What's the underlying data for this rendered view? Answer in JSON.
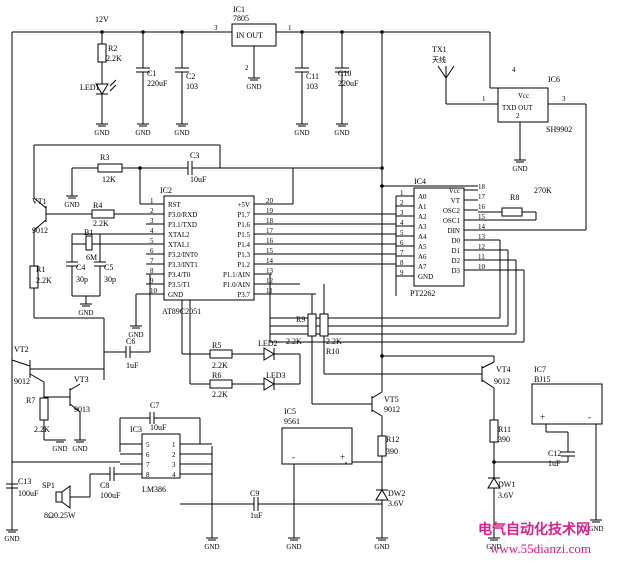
{
  "supply": {
    "label": "12V"
  },
  "ic1": {
    "ref": "IC1",
    "part": "7805",
    "in_out": "IN OUT",
    "pin_in": "3",
    "pin_out": "1",
    "pin_gnd": "2"
  },
  "ic2": {
    "ref": "IC2",
    "part": "AT89C2051",
    "left_pins": [
      {
        "n": "1",
        "name": "RST"
      },
      {
        "n": "2",
        "name": "P3.0/RXD"
      },
      {
        "n": "3",
        "name": "P3.1/TXD"
      },
      {
        "n": "4",
        "name": "XTAL2"
      },
      {
        "n": "5",
        "name": "XTAL1"
      },
      {
        "n": "6",
        "name": "P3.2/INT0"
      },
      {
        "n": "7",
        "name": "P3.3/INT1"
      },
      {
        "n": "8",
        "name": "P3.4/T0"
      },
      {
        "n": "9",
        "name": "P3.5/T1"
      },
      {
        "n": "10",
        "name": "GND"
      }
    ],
    "right_pins": [
      {
        "n": "20",
        "name": "+5V"
      },
      {
        "n": "19",
        "name": "P1.7"
      },
      {
        "n": "18",
        "name": "P1.6"
      },
      {
        "n": "17",
        "name": "P1.5"
      },
      {
        "n": "16",
        "name": "P1.4"
      },
      {
        "n": "15",
        "name": "P1.3"
      },
      {
        "n": "14",
        "name": "P1.2"
      },
      {
        "n": "13",
        "name": "P1.1/AIN"
      },
      {
        "n": "12",
        "name": "P1.0/AIN"
      },
      {
        "n": "11",
        "name": "P3.7"
      }
    ]
  },
  "ic3": {
    "ref": "IC3",
    "part": "LM386",
    "left_pins": [
      "5",
      "6",
      "7",
      "8"
    ],
    "right_pins": [
      "1",
      "2",
      "3",
      "4"
    ]
  },
  "ic4": {
    "ref": "IC4",
    "part": "PT2262",
    "left_pins": [
      {
        "n": "1",
        "name": "A0"
      },
      {
        "n": "2",
        "name": "A1"
      },
      {
        "n": "3",
        "name": "A2"
      },
      {
        "n": "4",
        "name": "A3"
      },
      {
        "n": "5",
        "name": "A4"
      },
      {
        "n": "6",
        "name": "A5"
      },
      {
        "n": "7",
        "name": "A6"
      },
      {
        "n": "8",
        "name": "A7"
      },
      {
        "n": "9",
        "name": "GND"
      }
    ],
    "right_pins": [
      {
        "n": "18",
        "name": "Vcc"
      },
      {
        "n": "17",
        "name": "VT"
      },
      {
        "n": "16",
        "name": "OSC2"
      },
      {
        "n": "15",
        "name": "OSC1"
      },
      {
        "n": "14",
        "name": "DIN"
      },
      {
        "n": "13",
        "name": "D0"
      },
      {
        "n": "12",
        "name": "D1"
      },
      {
        "n": "11",
        "name": "D2"
      },
      {
        "n": "10",
        "name": "D3"
      }
    ]
  },
  "ic5": {
    "ref": "IC5",
    "part": "9561",
    "minus": "-",
    "plus": "+"
  },
  "ic6": {
    "ref": "IC6",
    "part": "SH9902",
    "inner": "TXD OUT",
    "vcc": "Vcc",
    "pin_vcc": "4",
    "pin_in": "1",
    "pin_out": "3",
    "pin_gnd": "2"
  },
  "ic7": {
    "ref": "IC7",
    "part": "BJ15",
    "plus": "+",
    "minus": "-"
  },
  "antenna": {
    "ref": "TX1",
    "label": "天线"
  },
  "parts": {
    "r1": "R1",
    "r1v": "2.2K",
    "r2": "R2",
    "r2v": "2.2K",
    "r3": "R3",
    "r3v": "12K",
    "r4": "R4",
    "r4v": "2.2K",
    "r5": "R5",
    "r5v": "2.2K",
    "r6": "R6",
    "r6v": "2.2K",
    "r7": "R7",
    "r7v": "2.2K",
    "r8": "R8",
    "r8v": "270K",
    "r9": "R9",
    "r9v": "2.2K",
    "r10": "R10",
    "r10v": "2.2K",
    "r11": "R11",
    "r11v": "390",
    "r12": "R12",
    "r12v": "390",
    "c1": "C1",
    "c1v": "220uF",
    "c2": "C2",
    "c2v": "103",
    "c3": "C3",
    "c3v": "10uF",
    "c4": "C4",
    "c4v": "30p",
    "c5": "C5",
    "c5v": "30p",
    "c6": "C6",
    "c6v": "1uF",
    "c7": "C7",
    "c7v": "10uF",
    "c8": "C8",
    "c8v": "100uF",
    "c9": "C9",
    "c9v": "1uF",
    "c10": "C10",
    "c10v": "220uF",
    "c11": "C11",
    "c11v": "103",
    "c12": "C12",
    "c12v": "1uF",
    "c13": "C13",
    "c13v": "100uF",
    "b1": "B1",
    "b1v": "6M",
    "vt1": "VT1",
    "vt1v": "9012",
    "vt2": "VT2",
    "vt2v": "9012",
    "vt3": "VT3",
    "vt3v": "9013",
    "vt4": "VT4",
    "vt4v": "9012",
    "vt5": "VT5",
    "vt5v": "9012",
    "led1": "LED1",
    "led2": "LED2",
    "led3": "LED3",
    "dw1": "DW1",
    "dw1v": "3.6V",
    "dw2": "DW2",
    "dw2v": "3.6V",
    "sp1": "SP1",
    "sp1v": "8Ω0.25W"
  },
  "gnd_label": "GND",
  "watermark": {
    "cn": "电气自动化技术网",
    "url": "www.55dianzi.com",
    "color": "#d61f8c"
  }
}
